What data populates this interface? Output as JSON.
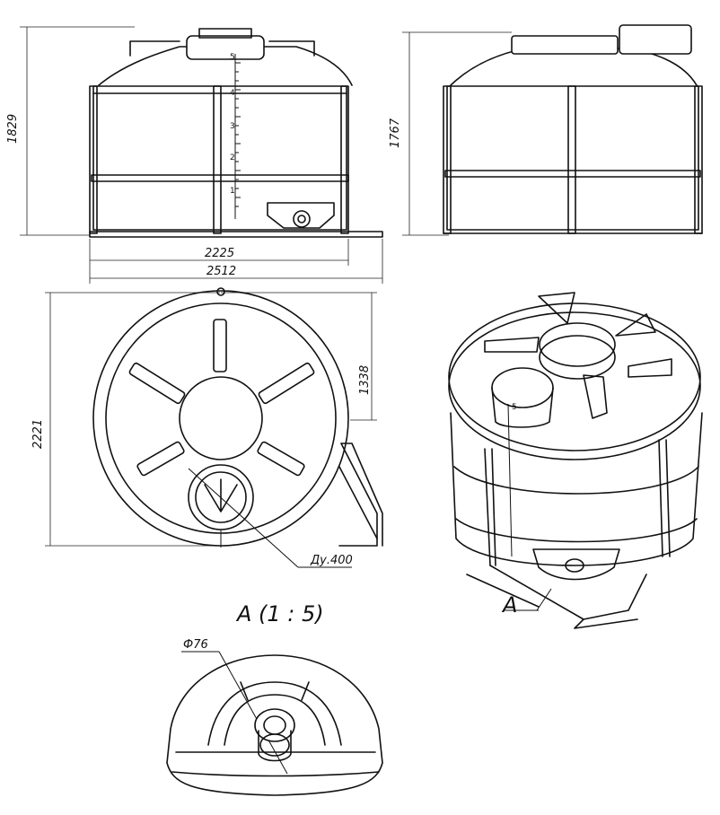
{
  "dimensions": {
    "front_height": "1829",
    "side_height": "1767",
    "frame_width": "2225",
    "overall_width": "2512",
    "top_diameter": "2221",
    "offset": "1338",
    "hatch_callout": "Ду.400",
    "outlet_diameter": "Ф76"
  },
  "views": {
    "detail_title": "A (1 : 5)",
    "section_marker": "A"
  },
  "scale_marks": [
    "5",
    "4",
    "3",
    "2",
    "1"
  ]
}
